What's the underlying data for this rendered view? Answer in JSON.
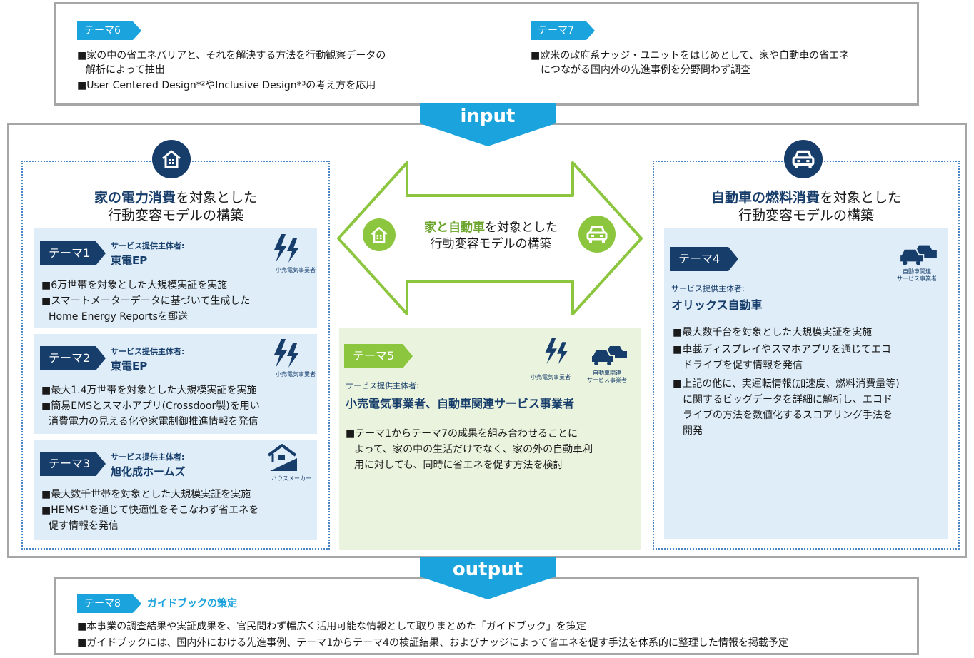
{
  "theme6": {
    "tag": "テーマ6",
    "line1": "■家の中の省エネバリアと、それを解決する方法を行動観察データの",
    "line2": "解析によって抽出",
    "line3": "■User Centered Design*²やInclusive Design*³の考え方を応用"
  },
  "theme7": {
    "tag": "テーマ7",
    "line1": "■欧米の政府系ナッジ・ユニットをはじめとして、家や自動車の省エネ",
    "line2": "につながる国内外の先進事例を分野問わず調査"
  },
  "input_label": "input",
  "output_label": "output",
  "house_panel": {
    "heading_em": "家の電力消費",
    "heading_rest": "を対象とした",
    "heading_line2": "行動変容モデルの構築",
    "icon": "house-icon"
  },
  "car_panel": {
    "heading_em": "自動車の燃料消費",
    "heading_rest": "を対象とした",
    "heading_line2": "行動変容モデルの構築",
    "icon": "car-icon"
  },
  "center": {
    "heading_em": "家と自動車",
    "heading_rest": "を対象とした",
    "heading_line2": "行動変容モデルの構築"
  },
  "theme1": {
    "tag": "テーマ1",
    "provider_label": "サービス提供主体者:",
    "provider": "東電EP",
    "icon_caption": "小売電気事業者",
    "line1": "■6万世帯を対象とした大規模実証を実施",
    "line2": "■スマートメーターデータに基づいて生成した",
    "line3": "Home Energy Reportsを郵送"
  },
  "theme2": {
    "tag": "テーマ2",
    "provider_label": "サービス提供主体者:",
    "provider": "東電EP",
    "icon_caption": "小売電気事業者",
    "line1": "■最大1.4万世帯を対象とした大規模実証を実施",
    "line2": "■簡易EMSとスマホアプリ(Crossdoor製)を用い",
    "line3": "消費電力の見える化や家電制御推進情報を発信"
  },
  "theme3": {
    "tag": "テーマ3",
    "provider_label": "サービス提供主体者:",
    "provider": "旭化成ホームズ",
    "icon_caption": "ハウスメーカー",
    "line1": "■最大数千世帯を対象とした大規模実証を実施",
    "line2": "■HEMS*¹を通じて快適性をそこなわず省エネを",
    "line3": "促す情報を発信"
  },
  "theme4": {
    "tag": "テーマ4",
    "provider_label": "サービス提供主体者:",
    "provider": "オリックス自動車",
    "icon_caption_1": "自動車関連",
    "icon_caption_2": "サービス事業者",
    "line1": "■最大数千台を対象とした大規模実証を実施",
    "line2": "■車載ディスプレイやスマホアプリを通じてエコ",
    "line3": "ドライブを促す情報を発信",
    "line4": "■上記の他に、実運転情報(加速度、燃料消費量等)",
    "line5": "に関するビッグデータを詳細に解析し、エコド",
    "line6": "ライブの方法を数値化するスコアリング手法を",
    "line7": "開発"
  },
  "theme5": {
    "tag": "テーマ5",
    "provider_label": "サービス提供主体者:",
    "provider": "小売電気事業者、自動車関連サービス事業者",
    "icon_caption_a": "小売電気事業者",
    "icon_caption_b1": "自動車関連",
    "icon_caption_b2": "サービス事業者",
    "line1": "■テーマ1からテーマ7の成果を組み合わせることに",
    "line2": "よって、家の中の生活だけでなく、家の外の自動車利",
    "line3": "用に対しても、同時に省エネを促す方法を検討"
  },
  "theme8": {
    "tag": "テーマ8",
    "title": "ガイドブックの策定",
    "line1": "■本事業の調査結果や実証成果を、官民問わず幅広く活用可能な情報として取りまとめた「ガイドブック」を策定",
    "line2": "■ガイドブックには、国内外における先進事例、テーマ1からテーマ4の検証結果、およびナッジによって省エネを促す手法を体系的に整理した情報を掲載予定"
  },
  "colors": {
    "navy": "#173d6b",
    "cyan": "#1aa3dc",
    "green": "#8cc63f",
    "light_blue": "#deedf8",
    "light_green": "#eaf3dd",
    "gray": "#a6a6a6"
  }
}
